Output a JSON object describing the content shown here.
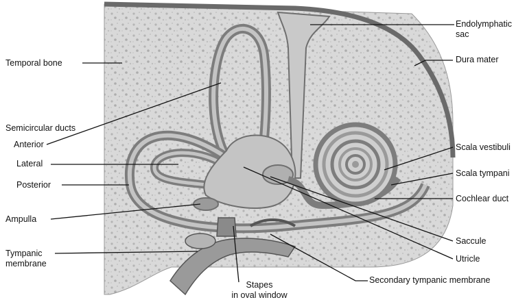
{
  "labels": {
    "temporal_bone": "Temporal bone",
    "semicircular_ducts": "Semicircular ducts",
    "anterior": "Anterior",
    "lateral": "Lateral",
    "posterior": "Posterior",
    "ampulla": "Ampulla",
    "tympanic_membrane_line1": "Tympanic",
    "tympanic_membrane_line2": "membrane",
    "stapes_line1": "Stapes",
    "stapes_line2": "in oval window",
    "endolymphatic_sac_line1": "Endolymphatic",
    "endolymphatic_sac_line2": "sac",
    "dura_mater": "Dura mater",
    "scala_vestibuli": "Scala vestibuli",
    "scala_tympani": "Scala tympani",
    "cochlear_duct": "Cochlear duct",
    "saccule": "Saccule",
    "utricle": "Utricle",
    "secondary_tympanic_membrane": "Secondary tympanic membrane"
  },
  "colors": {
    "bone": "#dcdcdc",
    "membrane": "#7d7d7d",
    "fluid": "#c4c4c4",
    "line": "#111111"
  }
}
